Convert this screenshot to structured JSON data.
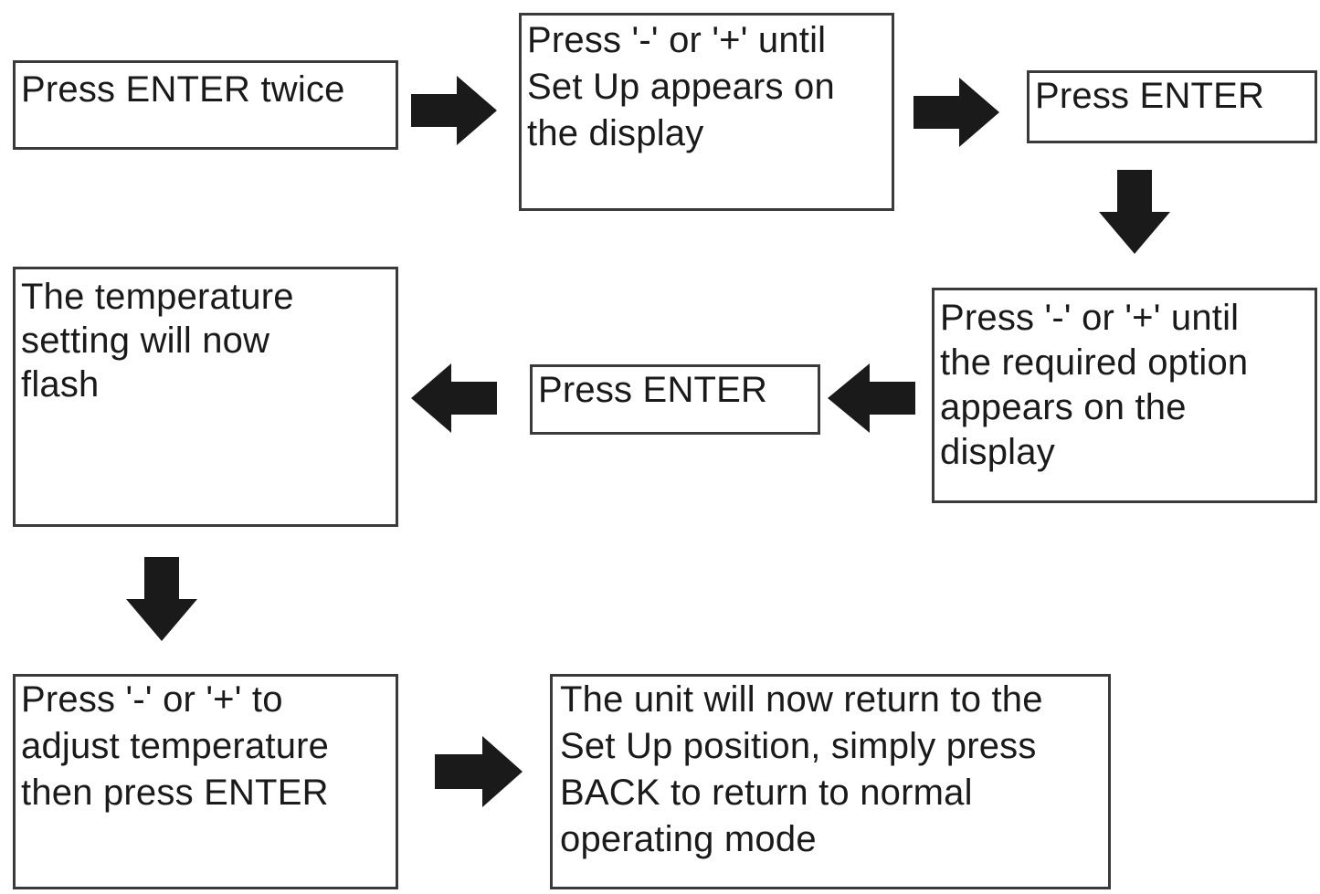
{
  "steps": {
    "press_enter_twice": "Press ENTER twice",
    "select_setup": "Press '-' or '+' until\nSet Up appears on\nthe display",
    "press_enter_1": "Press ENTER",
    "select_option": "Press '-' or '+' until\nthe required option\nappears on the\ndisplay",
    "press_enter_2": "Press ENTER",
    "temp_flash": "The temperature\nsetting will now\nflash",
    "adjust_temp": "Press '-' or '+' to\nadjust temperature\nthen press ENTER",
    "return_setup": "The unit will now return to the\nSet Up position, simply press\nBACK to return to normal\noperating mode"
  },
  "arrows": [
    {
      "from": "press_enter_twice",
      "to": "select_setup",
      "direction": "right"
    },
    {
      "from": "select_setup",
      "to": "press_enter_1",
      "direction": "right"
    },
    {
      "from": "press_enter_1",
      "to": "select_option",
      "direction": "down"
    },
    {
      "from": "select_option",
      "to": "press_enter_2",
      "direction": "left"
    },
    {
      "from": "press_enter_2",
      "to": "temp_flash",
      "direction": "left"
    },
    {
      "from": "temp_flash",
      "to": "adjust_temp",
      "direction": "down"
    },
    {
      "from": "adjust_temp",
      "to": "return_setup",
      "direction": "right"
    }
  ],
  "colors": {
    "border": "#3a3a3a",
    "arrow": "#1a1a1a",
    "text": "#1a1a1a",
    "background": "#ffffff"
  }
}
